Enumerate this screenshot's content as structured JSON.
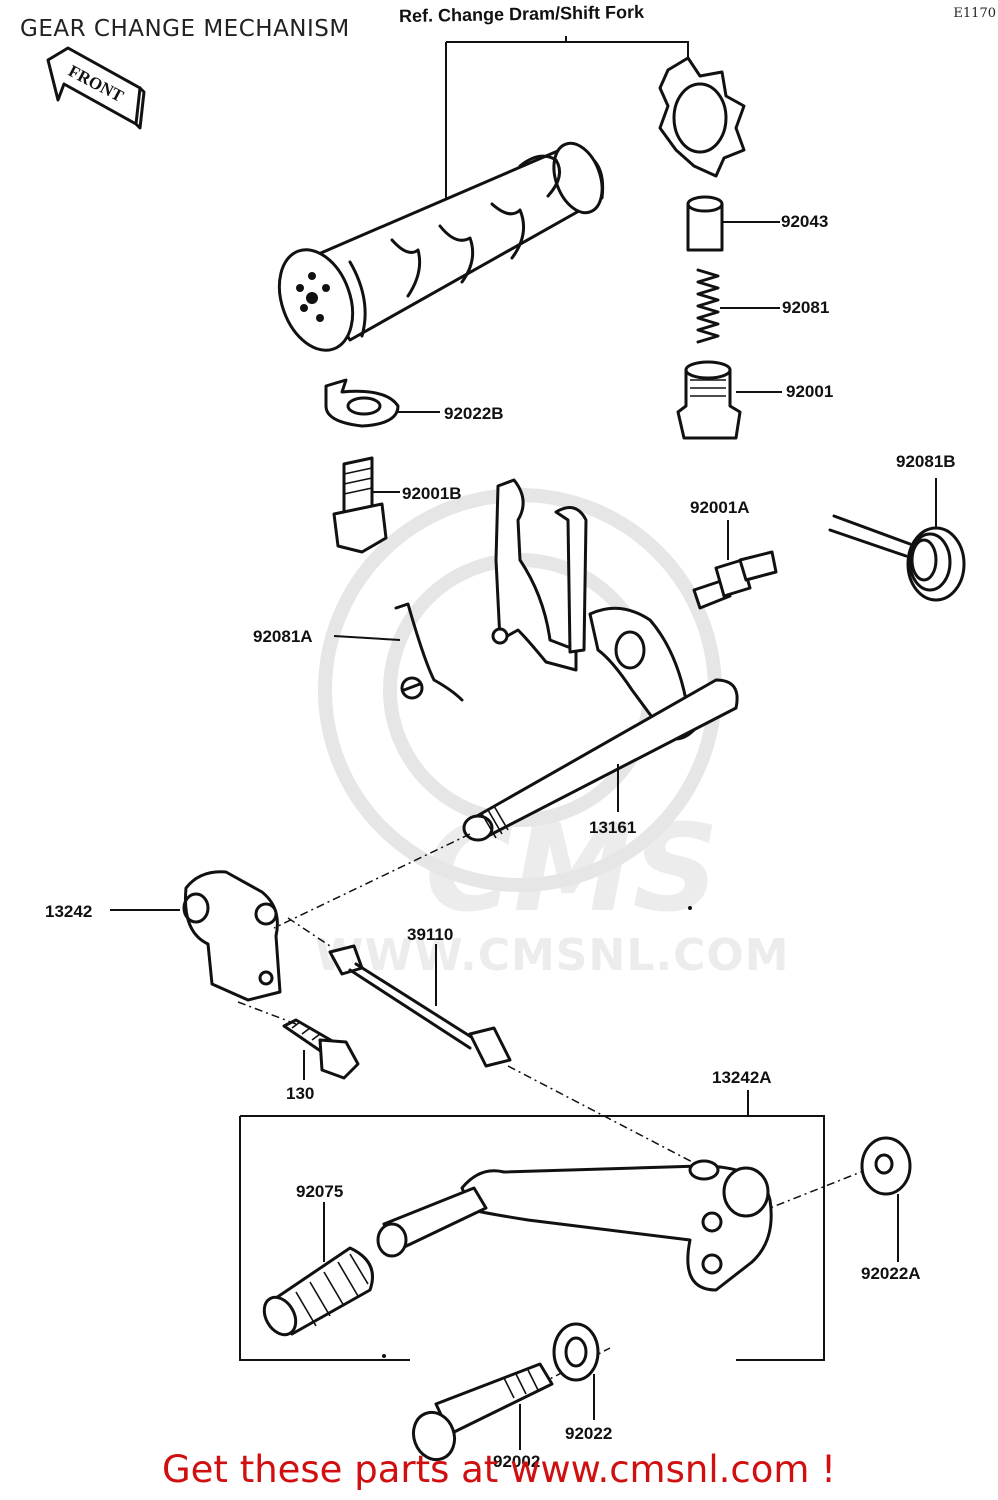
{
  "header": {
    "title": "GEAR CHANGE MECHANISM",
    "corner_code": "E1170"
  },
  "diagram": {
    "front_arrow": "FRONT",
    "ref_note": "Ref. Change Dram/Shift Fork",
    "parts": {
      "p92043": "92043",
      "p92081": "92081",
      "p92001": "92001",
      "p92022B": "92022B",
      "p92001B": "92001B",
      "p92081B": "92081B",
      "p92001A": "92001A",
      "p92081A": "92081A",
      "p13161": "13161",
      "p13242": "13242",
      "p39110": "39110",
      "p130": "130",
      "p13242A": "13242A",
      "p92075": "92075",
      "p92022A": "92022A",
      "p92022": "92022",
      "p92002": "92002"
    },
    "watermark": "WWW.CMSNL.COM",
    "watermark_logo": "CMS"
  },
  "footer": {
    "cta": "Get these parts at www.cmsnl.com !"
  }
}
